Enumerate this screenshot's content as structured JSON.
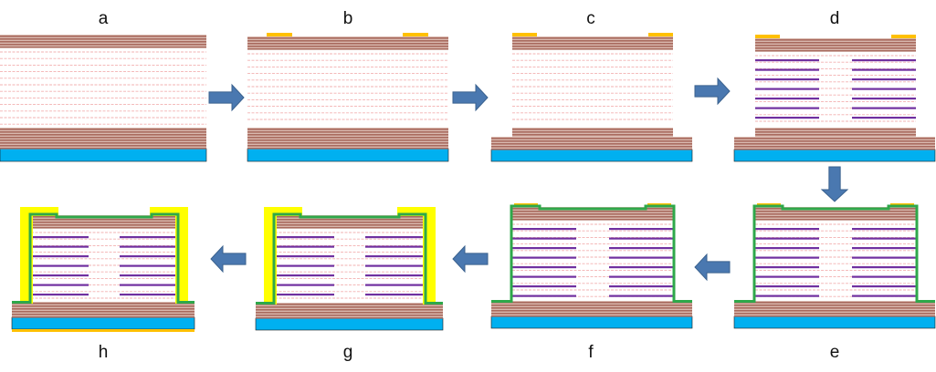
{
  "figure": {
    "panels": [
      {
        "id": "a",
        "label": "a",
        "stage": 1
      },
      {
        "id": "b",
        "label": "b",
        "stage": 2
      },
      {
        "id": "c",
        "label": "c",
        "stage": 3
      },
      {
        "id": "d",
        "label": "d",
        "stage": 4
      },
      {
        "id": "e",
        "label": "e",
        "stage": 5
      },
      {
        "id": "f",
        "label": "f",
        "stage": 6
      },
      {
        "id": "g",
        "label": "g",
        "stage": 7
      },
      {
        "id": "h",
        "label": "h",
        "stage": 8
      }
    ],
    "flow": [
      {
        "from": "a",
        "to": "b",
        "direction": "right"
      },
      {
        "from": "b",
        "to": "c",
        "direction": "right"
      },
      {
        "from": "c",
        "to": "d",
        "direction": "right"
      },
      {
        "from": "d",
        "to": "e",
        "direction": "down"
      },
      {
        "from": "e",
        "to": "f",
        "direction": "left"
      },
      {
        "from": "f",
        "to": "g",
        "direction": "left"
      },
      {
        "from": "g",
        "to": "h",
        "direction": "left"
      }
    ]
  },
  "colors": {
    "substrate": "#00b0f0",
    "dbr_dark": "#a86a5e",
    "dbr_light": "#d9b8ae",
    "cavity_bg": "#ffffff",
    "cavity_line": "#f2b0b0",
    "oxide": "#7030a0",
    "contact": "#ffc000",
    "passivation": "#2ea84a",
    "metal": "#ffff00",
    "arrow": "#4a78b0",
    "arrow_stroke": "#3a618e"
  }
}
